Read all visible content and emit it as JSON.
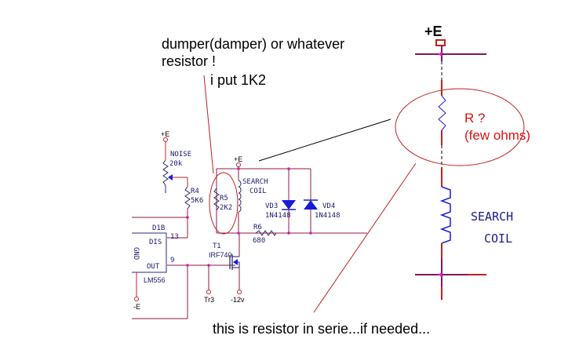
{
  "annotations": {
    "damper_line1": "dumper(damper) or whatever",
    "damper_line2": "resistor !",
    "damper_value": "i put 1K2",
    "series_r_line1": "R ?",
    "series_r_line2": "(few ohms)",
    "bottom_note": "this is resistor in serie...if needed..."
  },
  "schematic": {
    "noise_pot": {
      "supply": "+E",
      "name": "NOISE",
      "value": "20k"
    },
    "r4": {
      "name": "R4",
      "value": "5K6"
    },
    "r5": {
      "name": "R5",
      "value": "2K2"
    },
    "r6": {
      "name": "R6",
      "value": "680"
    },
    "coil_supply": "+E",
    "search_coil_line1": "SEARCH",
    "search_coil_line2": "COIL",
    "vd3": {
      "name": "VD3",
      "part": "1N4148"
    },
    "vd4": {
      "name": "VD4",
      "part": "1N4148"
    },
    "t1": {
      "name": "T1",
      "part": "IRF740"
    },
    "ic": {
      "name": "D1B",
      "part": "LM556",
      "pin_dis": "DIS",
      "pin_out": "OUT",
      "pin_gnd": "GND",
      "pin_dis_num": "13",
      "pin_out_num": "9",
      "supply": "-E"
    },
    "tr3": "Tr3",
    "source_supply": "-12v"
  },
  "detail": {
    "supply": "+E",
    "coil_line1": "SEARCH",
    "coil_line2": "COIL"
  },
  "colors": {
    "wire": "#8b1a4a",
    "annotation_red": "#e01010",
    "component_blue": "#1a1adc",
    "junction": "#d020c0"
  }
}
